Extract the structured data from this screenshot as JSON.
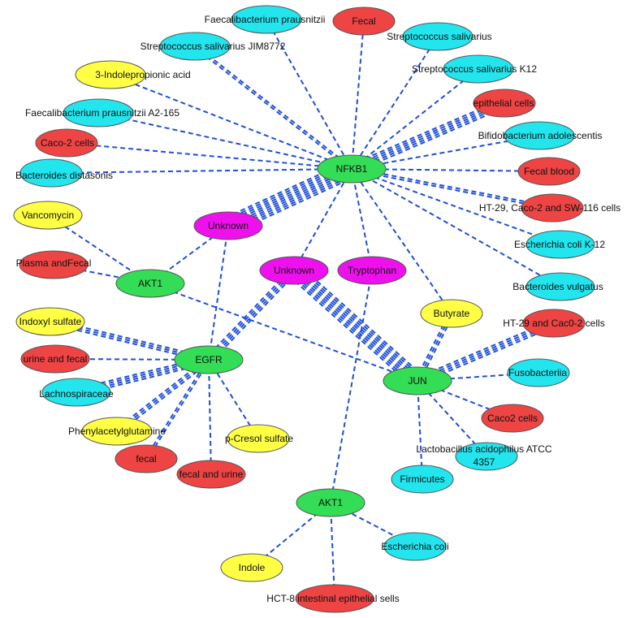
{
  "colors": {
    "hub": "#33dd55",
    "unknown": "#ee11ee",
    "fecal_sample": "#ee4444",
    "bacteria": "#22e5ee",
    "metabolite": "#ffff44",
    "edge": "#1f4fd6"
  },
  "nodes": [
    {
      "id": "nfkb1",
      "label": "NFKB1",
      "kind": "hub"
    },
    {
      "id": "akt1a",
      "label": "AKT1",
      "kind": "hub"
    },
    {
      "id": "egfr",
      "label": "EGFR",
      "kind": "hub"
    },
    {
      "id": "jun",
      "label": "JUN",
      "kind": "hub"
    },
    {
      "id": "akt1b",
      "label": "AKT1",
      "kind": "hub"
    },
    {
      "id": "unk1",
      "label": "Unknown",
      "kind": "unknown"
    },
    {
      "id": "unk2",
      "label": "Unknown",
      "kind": "unknown"
    },
    {
      "id": "tryp",
      "label": "Tryptophan",
      "kind": "unknown"
    },
    {
      "id": "fprau",
      "label": "Faecalibacterium prausnitzii",
      "kind": "bacteria"
    },
    {
      "id": "fecal",
      "label": "Fecal",
      "kind": "fecal_sample"
    },
    {
      "id": "ssal",
      "label": "Streptococcus salivarius",
      "kind": "bacteria"
    },
    {
      "id": "ssal8772",
      "label": "Streptococcus salivarius JIM8772",
      "kind": "bacteria"
    },
    {
      "id": "ssalk12",
      "label": "Streptococcus salivarius K12",
      "kind": "bacteria"
    },
    {
      "id": "ipa",
      "label": "3-Indolepropionic acid",
      "kind": "metabolite"
    },
    {
      "id": "epith",
      "label": "epithelial cells",
      "kind": "fecal_sample"
    },
    {
      "id": "fpa2",
      "label": "Faecalibacterium prausnitzii A2-165",
      "kind": "bacteria"
    },
    {
      "id": "bado",
      "label": "Bifidobacterium adolescentis",
      "kind": "bacteria"
    },
    {
      "id": "caco2",
      "label": "Caco-2 cells",
      "kind": "fecal_sample"
    },
    {
      "id": "fblood",
      "label": "Fecal blood",
      "kind": "fecal_sample"
    },
    {
      "id": "bdist",
      "label": "Bacteroides distasonis",
      "kind": "bacteria"
    },
    {
      "id": "ht29sw",
      "label": "HT-29, Caco-2 and SW-116 cells",
      "kind": "fecal_sample"
    },
    {
      "id": "vanco",
      "label": "Vancomycin",
      "kind": "metabolite"
    },
    {
      "id": "ecolik12",
      "label": "Escherichia coli K-12",
      "kind": "bacteria"
    },
    {
      "id": "plasma",
      "label": "Plasma andFecal",
      "kind": "fecal_sample"
    },
    {
      "id": "bvulg",
      "label": "Bacteroides vulgatus",
      "kind": "bacteria"
    },
    {
      "id": "indsulf",
      "label": "Indoxyl sulfate",
      "kind": "metabolite"
    },
    {
      "id": "butyr",
      "label": "Butyrate",
      "kind": "metabolite"
    },
    {
      "id": "ht29c",
      "label": "HT-29 and Cac0-2 cells",
      "kind": "fecal_sample"
    },
    {
      "id": "urfec",
      "label": "urine and fecal",
      "kind": "fecal_sample"
    },
    {
      "id": "fuso",
      "label": "Fusobacteriia",
      "kind": "bacteria"
    },
    {
      "id": "lachno",
      "label": "Lachnospiraceae",
      "kind": "bacteria"
    },
    {
      "id": "caco2b",
      "label": "Caco2 cells",
      "kind": "fecal_sample"
    },
    {
      "id": "pheny",
      "label": "Phenylacetylglutamine",
      "kind": "metabolite"
    },
    {
      "id": "pcres",
      "label": "p-Cresol sulfate",
      "kind": "metabolite"
    },
    {
      "id": "lacto",
      "label": "Lactobacillus acidophilus ATCC 4357",
      "kind": "bacteria"
    },
    {
      "id": "fecal2",
      "label": "fecal",
      "kind": "fecal_sample"
    },
    {
      "id": "fecur",
      "label": "fecal and urine",
      "kind": "fecal_sample"
    },
    {
      "id": "firm",
      "label": "Firmicutes",
      "kind": "bacteria"
    },
    {
      "id": "ecoli",
      "label": "Escherichia coli",
      "kind": "bacteria"
    },
    {
      "id": "indole",
      "label": "Indole",
      "kind": "metabolite"
    },
    {
      "id": "hct8",
      "label": "HCT-8 intestinal epithelial sells",
      "kind": "fecal_sample"
    }
  ],
  "edges": [
    [
      "nfkb1",
      "fprau",
      1
    ],
    [
      "nfkb1",
      "fecal",
      1
    ],
    [
      "nfkb1",
      "ssal",
      1
    ],
    [
      "nfkb1",
      "ssal8772",
      2
    ],
    [
      "nfkb1",
      "ssalk12",
      1
    ],
    [
      "nfkb1",
      "ipa",
      1
    ],
    [
      "nfkb1",
      "epith",
      5
    ],
    [
      "nfkb1",
      "fpa2",
      1
    ],
    [
      "nfkb1",
      "bado",
      1
    ],
    [
      "nfkb1",
      "caco2",
      1
    ],
    [
      "nfkb1",
      "fblood",
      1
    ],
    [
      "nfkb1",
      "bdist",
      1
    ],
    [
      "nfkb1",
      "ht29sw",
      2
    ],
    [
      "nfkb1",
      "ecolik12",
      1
    ],
    [
      "nfkb1",
      "bvulg",
      1
    ],
    [
      "nfkb1",
      "unk1",
      9
    ],
    [
      "nfkb1",
      "unk2",
      1
    ],
    [
      "nfkb1",
      "tryp",
      1
    ],
    [
      "nfkb1",
      "butyr",
      1
    ],
    [
      "akt1a",
      "vanco",
      1
    ],
    [
      "akt1a",
      "plasma",
      1
    ],
    [
      "akt1a",
      "unk1",
      1
    ],
    [
      "akt1a",
      "jun",
      1
    ],
    [
      "unk1",
      "egfr",
      1
    ],
    [
      "unk2",
      "egfr",
      4
    ],
    [
      "unk2",
      "jun",
      8
    ],
    [
      "tryp",
      "akt1b",
      1
    ],
    [
      "egfr",
      "indsulf",
      3
    ],
    [
      "egfr",
      "urfec",
      1
    ],
    [
      "egfr",
      "lachno",
      4
    ],
    [
      "egfr",
      "pheny",
      3
    ],
    [
      "egfr",
      "pcres",
      1
    ],
    [
      "egfr",
      "fecal2",
      2
    ],
    [
      "egfr",
      "fecur",
      1
    ],
    [
      "jun",
      "butyr",
      3
    ],
    [
      "jun",
      "ht29c",
      4
    ],
    [
      "jun",
      "fuso",
      1
    ],
    [
      "jun",
      "caco2b",
      1
    ],
    [
      "jun",
      "lacto",
      1
    ],
    [
      "jun",
      "firm",
      1
    ],
    [
      "akt1b",
      "ecoli",
      1
    ],
    [
      "akt1b",
      "indole",
      1
    ],
    [
      "akt1b",
      "hct8",
      1
    ]
  ]
}
